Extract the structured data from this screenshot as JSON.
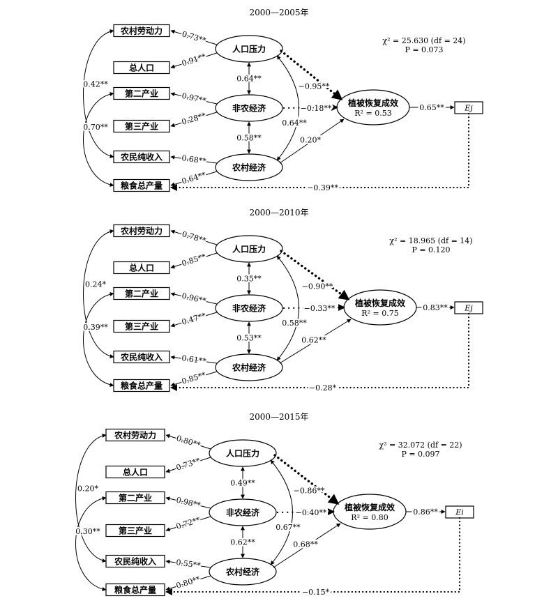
{
  "panels": [
    {
      "title": "2000—2005年",
      "fit": {
        "chi2": "χ² = 25.630 (df = 24)",
        "p": "P = 0.073"
      },
      "observed": [
        "农村劳动力",
        "总人口",
        "第二产业",
        "第三产业",
        "农民纯收入",
        "粮食总产量"
      ],
      "latent": [
        "人口压力",
        "非农经济",
        "农村经济"
      ],
      "outcome": {
        "name": "植被恢复成效",
        "r2": "R² = 0.53"
      },
      "error_label": "Ej",
      "loadings": [
        "0.73**",
        "0.91**",
        "0.97**",
        "0.28**",
        "0.68**",
        "0.64**"
      ],
      "covariances": [
        "0.42**",
        "0.70**"
      ],
      "latent_corr": [
        "0.64**",
        "0.58**",
        "0.64**"
      ],
      "paths": {
        "pop": "−0.95**",
        "nonag": "−0.18**",
        "rural": "0.20*"
      },
      "outcome_loading": "0.65**",
      "residual": "−0.39**"
    },
    {
      "title": "2000—2010年",
      "fit": {
        "chi2": "χ² = 18.965 (df = 14)",
        "p": "P = 0.120"
      },
      "observed": [
        "农村劳动力",
        "总人口",
        "第二产业",
        "第三产业",
        "农民纯收入",
        "粮食总产量"
      ],
      "latent": [
        "人口压力",
        "非农经济",
        "农村经济"
      ],
      "outcome": {
        "name": "植被恢复成效",
        "r2": "R² = 0.75"
      },
      "error_label": "Ej",
      "loadings": [
        "0.78**",
        "0.85**",
        "0.96**",
        "0.47**",
        "0.61**",
        "0.85**"
      ],
      "covariances": [
        "0.24*",
        "0.39**"
      ],
      "latent_corr": [
        "0.35**",
        "0.53**",
        "0.58**"
      ],
      "paths": {
        "pop": "−0.90**",
        "nonag": "−0.33**",
        "rural": "0.62**"
      },
      "outcome_loading": "0.83**",
      "residual": "−0.28*"
    },
    {
      "title": "2000—2015年",
      "fit": {
        "chi2": "χ² = 32.072 (df = 22)",
        "p": "P = 0.097"
      },
      "observed": [
        "农村劳动力",
        "总人口",
        "第二产业",
        "第三产业",
        "农民纯收入",
        "粮食总产量"
      ],
      "latent": [
        "人口压力",
        "非农经济",
        "农村经济"
      ],
      "outcome": {
        "name": "植被恢复成效",
        "r2": "R² = 0.80"
      },
      "error_label": "Ei",
      "loadings": [
        "0.80**",
        "0.73**",
        "0.98**",
        "0.72**",
        "0.55**",
        "0.80**"
      ],
      "covariances": [
        "0.20*",
        "0.30**"
      ],
      "latent_corr": [
        "0.49**",
        "0.62**",
        "0.67**"
      ],
      "paths": {
        "pop": "−0.86**",
        "nonag": "−0.40**",
        "rural": "0.68**"
      },
      "outcome_loading": "0.86**",
      "residual": "−0.15*"
    }
  ]
}
